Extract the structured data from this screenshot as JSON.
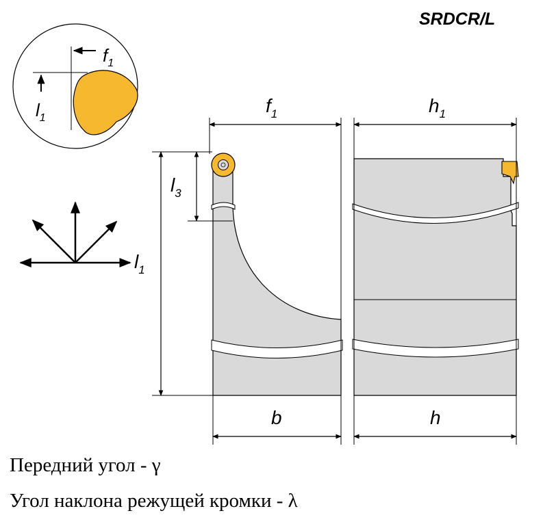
{
  "header": {
    "code": "SRDCR/L"
  },
  "dimensions": {
    "f1": {
      "letter": "f",
      "sub": "1"
    },
    "h1": {
      "letter": "h",
      "sub": "1"
    },
    "l1": {
      "letter": "l",
      "sub": "1"
    },
    "l3": {
      "letter": "l",
      "sub": "3"
    },
    "b": "b",
    "h": "h"
  },
  "captions": {
    "rake_angle": "Передний угол - γ",
    "inclination_angle": "Угол наклона режущей кромки - λ"
  },
  "colors": {
    "tool_body": "#d9d9d9",
    "insert": "#f5b82e",
    "outline": "#000000"
  },
  "icons": [
    "round-insert-detail",
    "direction-arrows-icon",
    "screw-icon"
  ]
}
